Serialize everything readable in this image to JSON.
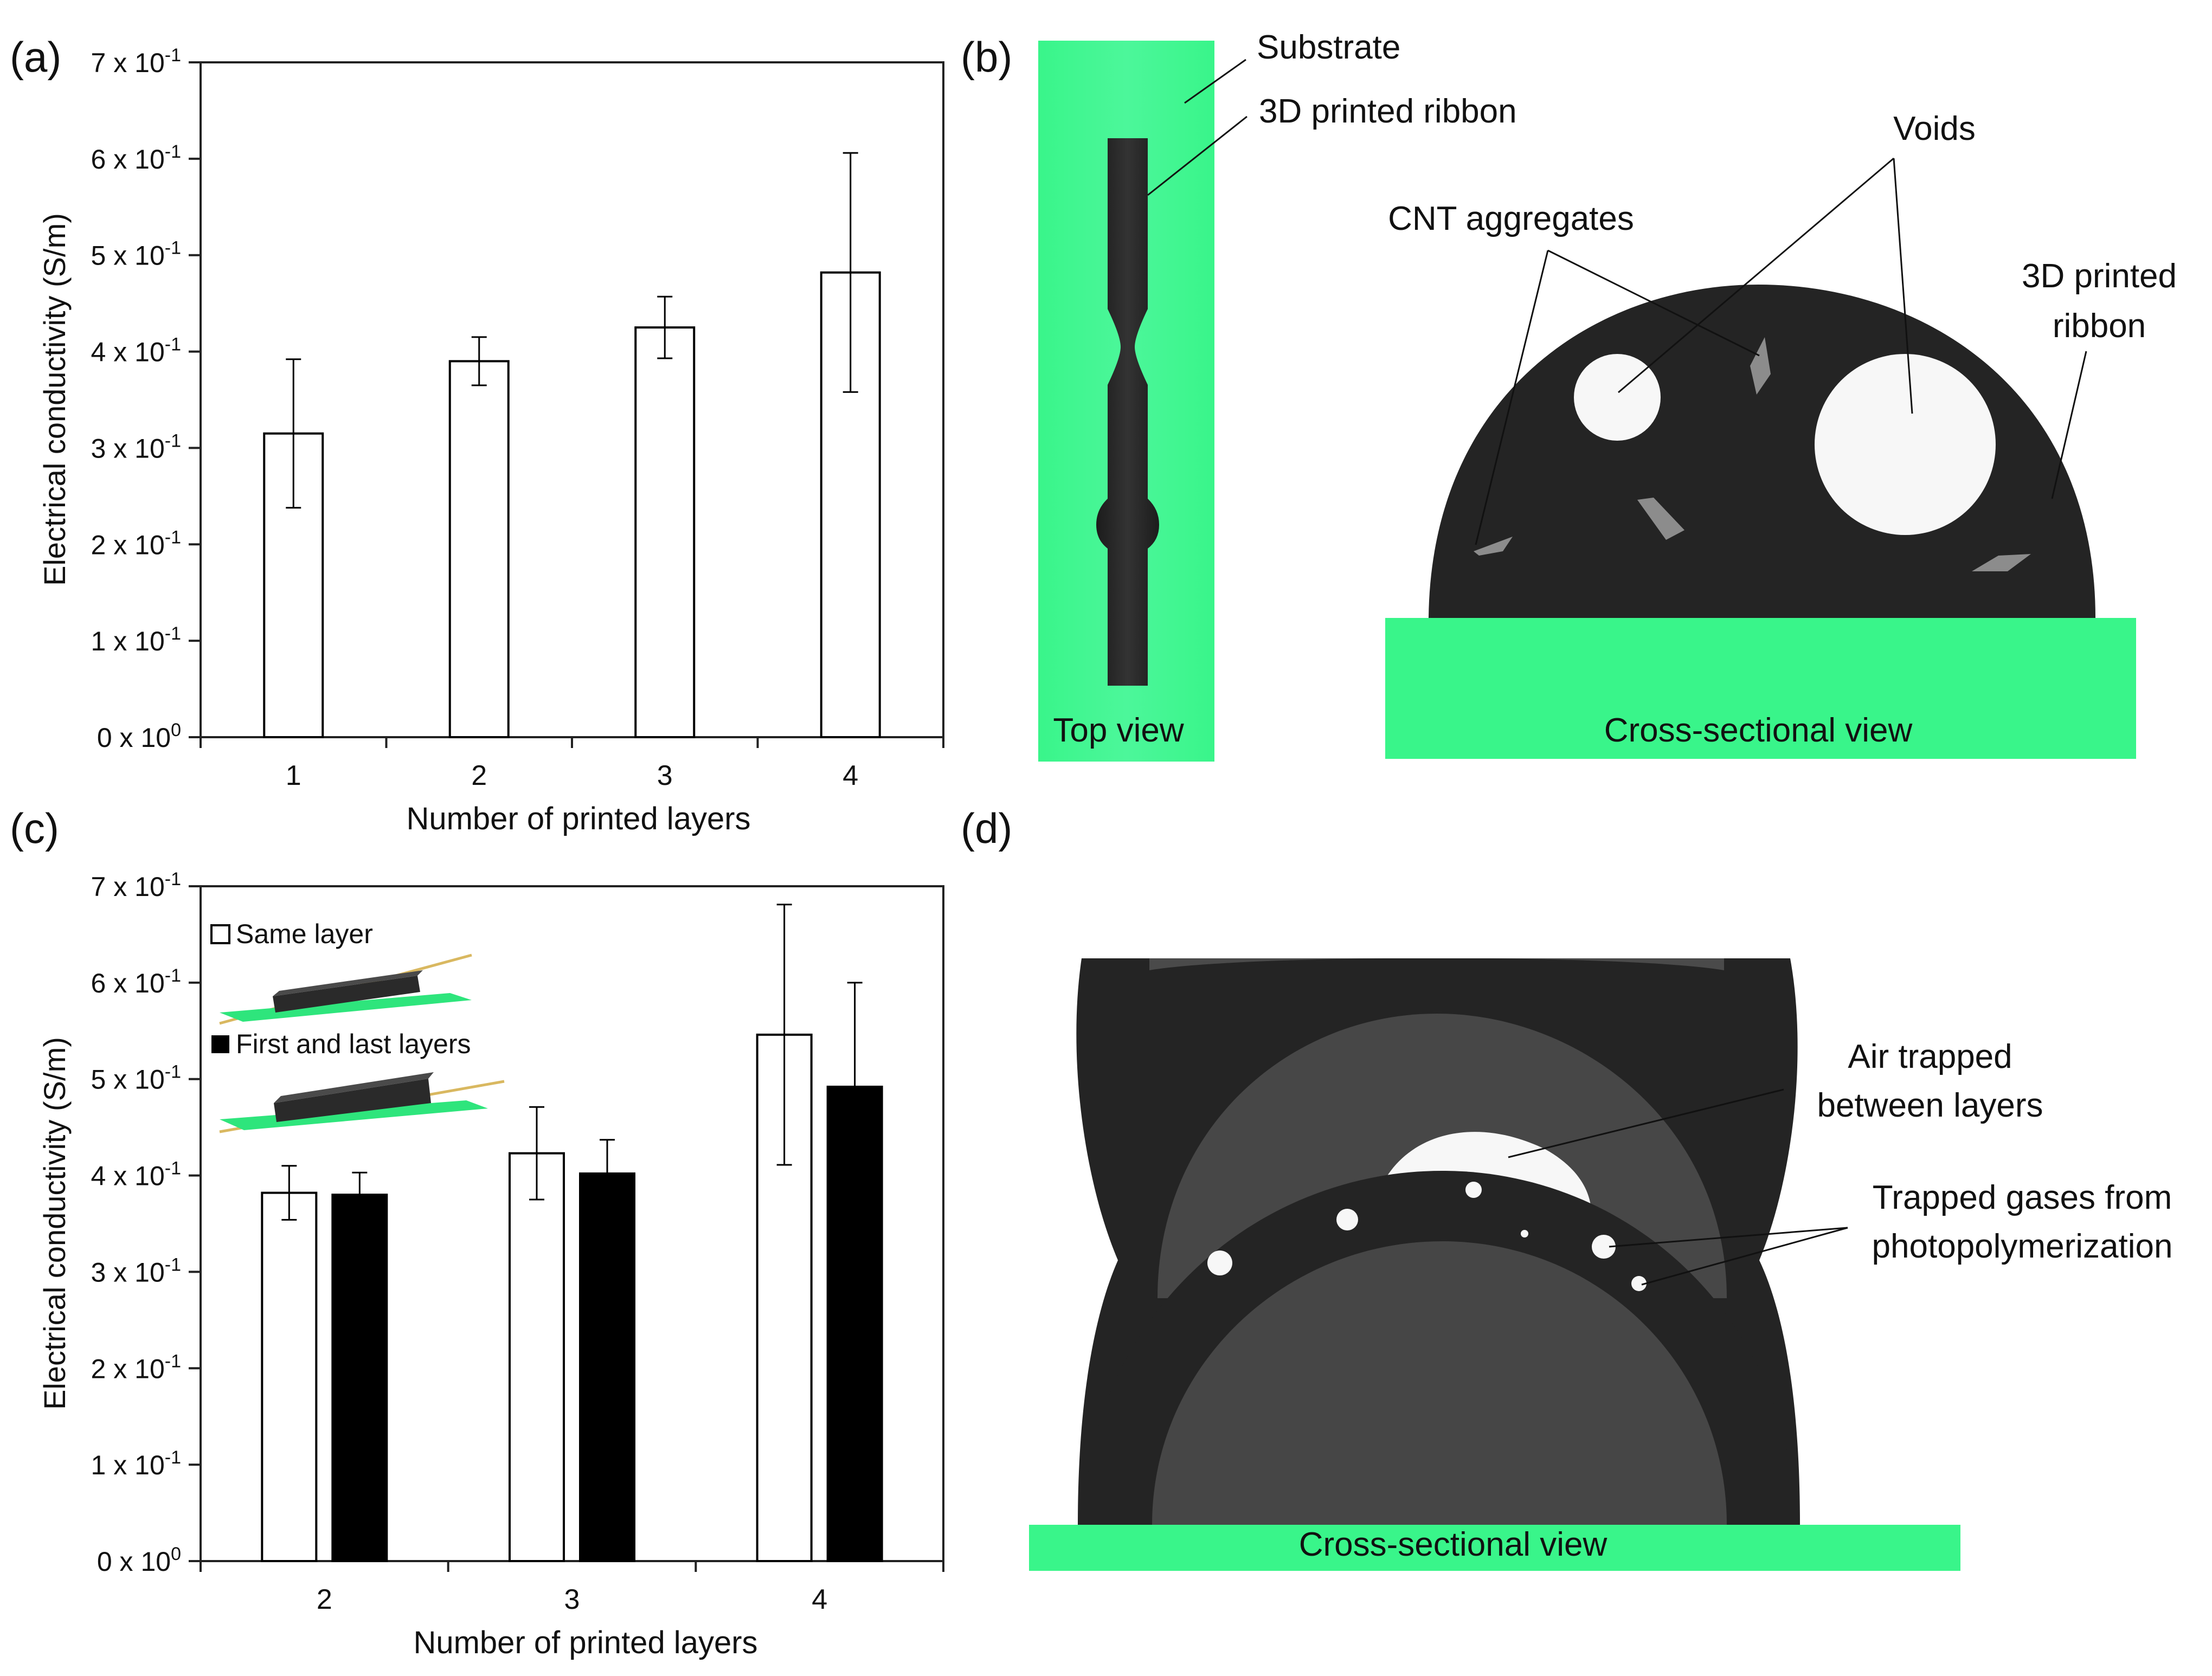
{
  "panels": {
    "a": {
      "label": "(a)",
      "chart_data": {
        "type": "bar",
        "xlabel": "Number of printed layers",
        "ylabel": "Electrical conductivity (S/m)",
        "categories": [
          "1",
          "2",
          "3",
          "4"
        ],
        "ylim": [
          0,
          0.7
        ],
        "yticks": [
          {
            "value": 0,
            "base": "0 x 10",
            "exp": "0"
          },
          {
            "value": 0.1,
            "base": "1 x 10",
            "exp": "-1"
          },
          {
            "value": 0.2,
            "base": "2 x 10",
            "exp": "-1"
          },
          {
            "value": 0.3,
            "base": "3 x 10",
            "exp": "-1"
          },
          {
            "value": 0.4,
            "base": "4 x 10",
            "exp": "-1"
          },
          {
            "value": 0.5,
            "base": "5 x 10",
            "exp": "-1"
          },
          {
            "value": 0.6,
            "base": "6 x 10",
            "exp": "-1"
          },
          {
            "value": 0.7,
            "base": "7 x 10",
            "exp": "-1"
          }
        ],
        "series": [
          {
            "values": [
              0.315,
              0.39,
              0.425,
              0.482
            ],
            "errors": [
              0.077,
              0.025,
              0.032,
              0.124
            ],
            "fill": "#ffffff"
          }
        ],
        "grid": false
      }
    },
    "b": {
      "label": "(b)",
      "labels": {
        "substrate": "Substrate",
        "ribbon_top": "3D printed ribbon",
        "voids": "Voids",
        "cnt": "CNT aggregates",
        "ribbon_side_1": "3D printed",
        "ribbon_side_2": "ribbon",
        "top_view": "Top view",
        "cross_view": "Cross-sectional view"
      }
    },
    "c": {
      "label": "(c)",
      "chart_data": {
        "type": "bar",
        "xlabel": "Number of printed layers",
        "ylabel": "Electrical conductivity (S/m)",
        "categories": [
          "2",
          "3",
          "4"
        ],
        "ylim": [
          0,
          0.7
        ],
        "yticks": [
          {
            "value": 0,
            "base": "0 x 10",
            "exp": "0"
          },
          {
            "value": 0.1,
            "base": "1 x 10",
            "exp": "-1"
          },
          {
            "value": 0.2,
            "base": "2 x 10",
            "exp": "-1"
          },
          {
            "value": 0.3,
            "base": "3 x 10",
            "exp": "-1"
          },
          {
            "value": 0.4,
            "base": "4 x 10",
            "exp": "-1"
          },
          {
            "value": 0.5,
            "base": "5 x 10",
            "exp": "-1"
          },
          {
            "value": 0.6,
            "base": "6 x 10",
            "exp": "-1"
          },
          {
            "value": 0.7,
            "base": "7 x 10",
            "exp": "-1"
          }
        ],
        "series": [
          {
            "name": "Same layer",
            "values": [
              0.382,
              0.423,
              0.546
            ],
            "errors": [
              0.028,
              0.048,
              0.135
            ],
            "fill": "#ffffff"
          },
          {
            "name": "First and last layers",
            "values": [
              0.38,
              0.402,
              0.492
            ],
            "errors": [
              0.023,
              0.035,
              0.108
            ],
            "fill": "#000000"
          }
        ],
        "legend": "top-left",
        "grid": false
      }
    },
    "d": {
      "label": "(d)",
      "labels": {
        "air_1": "Air trapped",
        "air_2": "between layers",
        "gas_1": "Trapped gases from",
        "gas_2": "photopolymerization",
        "cross_view": "Cross-sectional view"
      }
    }
  },
  "colors": {
    "substrate_green": "#39F58A",
    "ribbon_dark": "#242424",
    "aggregate_gray": "#8C8C8C",
    "void_white": "#F7F7F7",
    "inner_gray": "#464646"
  }
}
